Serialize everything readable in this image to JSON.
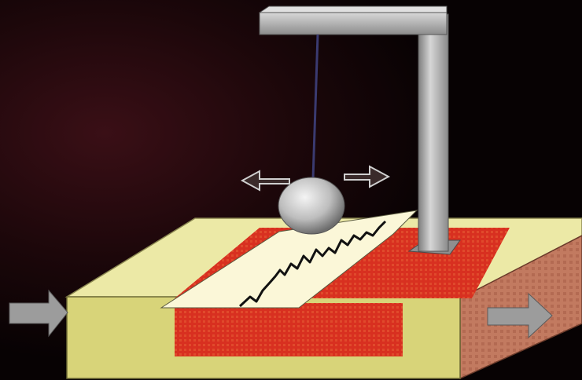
{
  "diagram": {
    "subject": "seismograph-pendulum",
    "components": [
      {
        "id": "support-frame",
        "icon": "gallows-post"
      },
      {
        "id": "pendulum-string",
        "icon": "string"
      },
      {
        "id": "pendulum-mass",
        "icon": "sphere"
      },
      {
        "id": "swing-arrows",
        "icon": "double-arrow"
      },
      {
        "id": "paper-strip",
        "icon": "paper"
      },
      {
        "id": "seismogram-trace",
        "icon": "zigzag-line"
      },
      {
        "id": "ground-block",
        "icon": "box"
      },
      {
        "id": "ground-motion-arrows",
        "icon": "arrow"
      }
    ],
    "colors": {
      "background_dark": "#0a0404",
      "background_glow": "#3a0f16",
      "block_top": "#ece9a6",
      "block_front": "#d8d479",
      "block_side": "#c27a60",
      "red_layer": "#d83020",
      "paper": "#fbf7d8",
      "metal": "#a9a9a9",
      "metal_dark": "#6f6f6f",
      "arrow_gray": "#9c9c9c",
      "trace": "#111111"
    }
  }
}
